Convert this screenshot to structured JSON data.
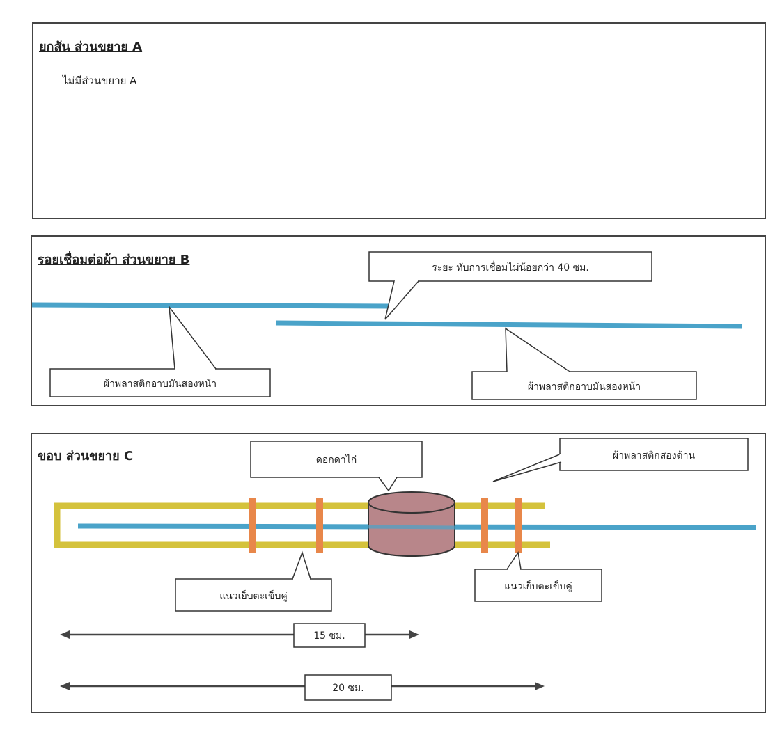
{
  "section_a": {
    "title": "ยกสัน ส่วนขยาย A",
    "note": "ไม่มีส่วนขยาย A"
  },
  "section_b": {
    "title": "รอยเชื่อมต่อผ้า ส่วนขยาย B",
    "callout_overlap": "ระยะ ทับการเชื่อมไม่น้อยกว่า 40 ซม.",
    "callout_left": "ผ้าพลาสติกอาบมันสองหน้า",
    "callout_right": "ผ้าพลาสติกอาบมันสองหน้า"
  },
  "section_c": {
    "title": "ขอบ ส่วนขยาย C",
    "callout_grommet": "ดอกดาไก่",
    "callout_fabric": "ผ้าพลาสติกสองด้าน",
    "callout_stitch_left": "แนวเย็บตะเข็บคู่",
    "callout_stitch_right": "แนวเย็บตะเข็บคู่",
    "dim_15": "15 ซม.",
    "dim_20": "20 ซม."
  },
  "colors": {
    "plastic_blue": "#4aa3c9",
    "hem_yellow": "#d4c23c",
    "stitch_orange": "#e8874a",
    "grommet_fill": "#b8868a",
    "outline": "#333333"
  }
}
